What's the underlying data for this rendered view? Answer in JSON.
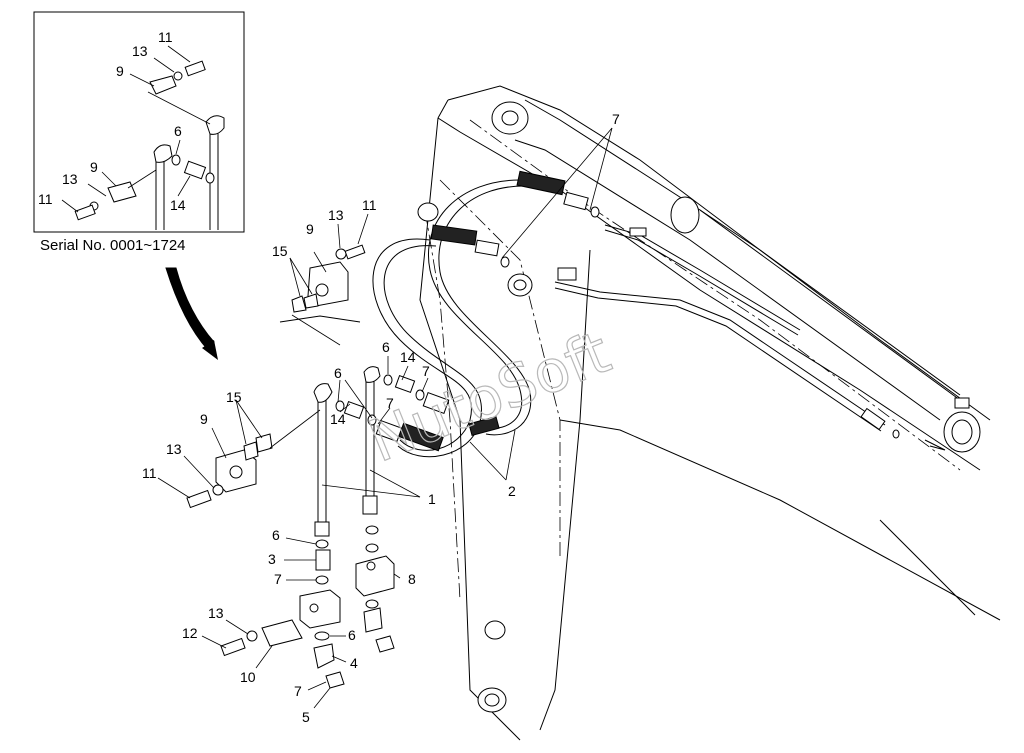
{
  "inset": {
    "caption": "Serial No. 0001~1724",
    "labels": [
      "11",
      "13",
      "9",
      "6",
      "13",
      "9",
      "11",
      "14"
    ]
  },
  "callouts": {
    "c_7_top": "7",
    "c_11_mid": "11",
    "c_13_mid": "13",
    "c_9_mid": "9",
    "c_15_mid": "15",
    "c_6_a": "6",
    "c_14_a": "14",
    "c_7_a": "7",
    "c_6_b": "6",
    "c_7_b": "7",
    "c_14_b": "14",
    "c_15_low": "15",
    "c_9_low": "9",
    "c_13_low": "13",
    "c_11_low": "11",
    "c_1": "1",
    "c_2": "2",
    "c_6_c": "6",
    "c_3": "3",
    "c_7_c": "7",
    "c_8": "8",
    "c_13_bot": "13",
    "c_12": "12",
    "c_6_d": "6",
    "c_10": "10",
    "c_4": "4",
    "c_7_d": "7",
    "c_5": "5"
  },
  "watermark": "NutoSoft"
}
